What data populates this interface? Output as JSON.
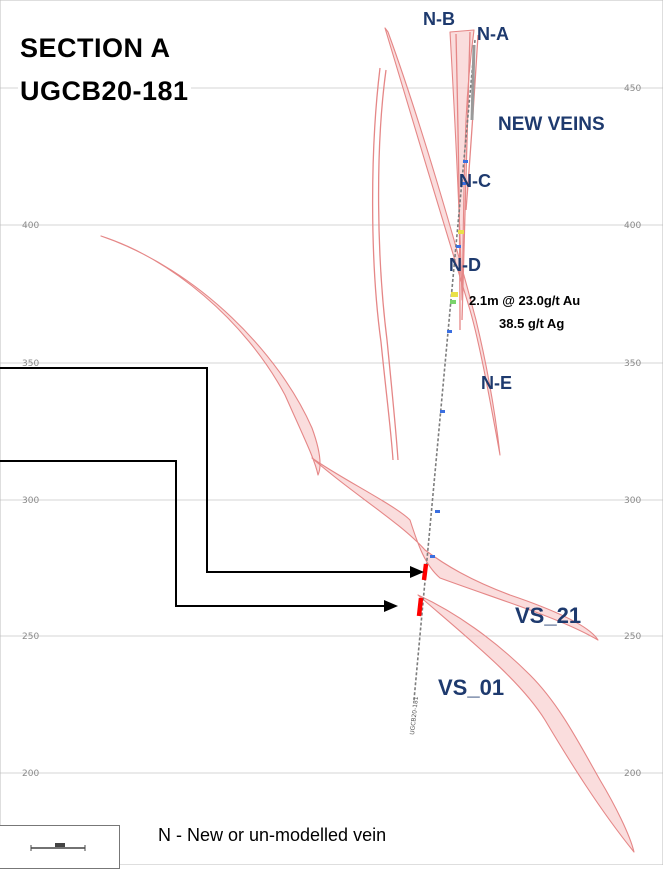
{
  "title": {
    "line1": "SECTION A",
    "line2": "UGCB20-181"
  },
  "elevation_levels": [
    "450",
    "400",
    "350",
    "300",
    "250",
    "200"
  ],
  "vein_labels": {
    "nb": "N-B",
    "na": "N-A",
    "new_veins": "NEW VEINS",
    "nc": "N-C",
    "nd": "N-D",
    "ne": "N-E",
    "vs21": "VS_21",
    "vs01": "VS_01"
  },
  "assay": {
    "line1": "2.1m @ 23.0g/t Au",
    "line2": "38.5 g/t Ag"
  },
  "drillhole_label": "UGCB20-181",
  "legend": {
    "text": "N - New or un-modelled vein"
  },
  "colors": {
    "vein_fill": "#f6c6c6",
    "vein_outline": "#e58787",
    "label": "#1e3a6e",
    "intercept": "#ff0000"
  }
}
